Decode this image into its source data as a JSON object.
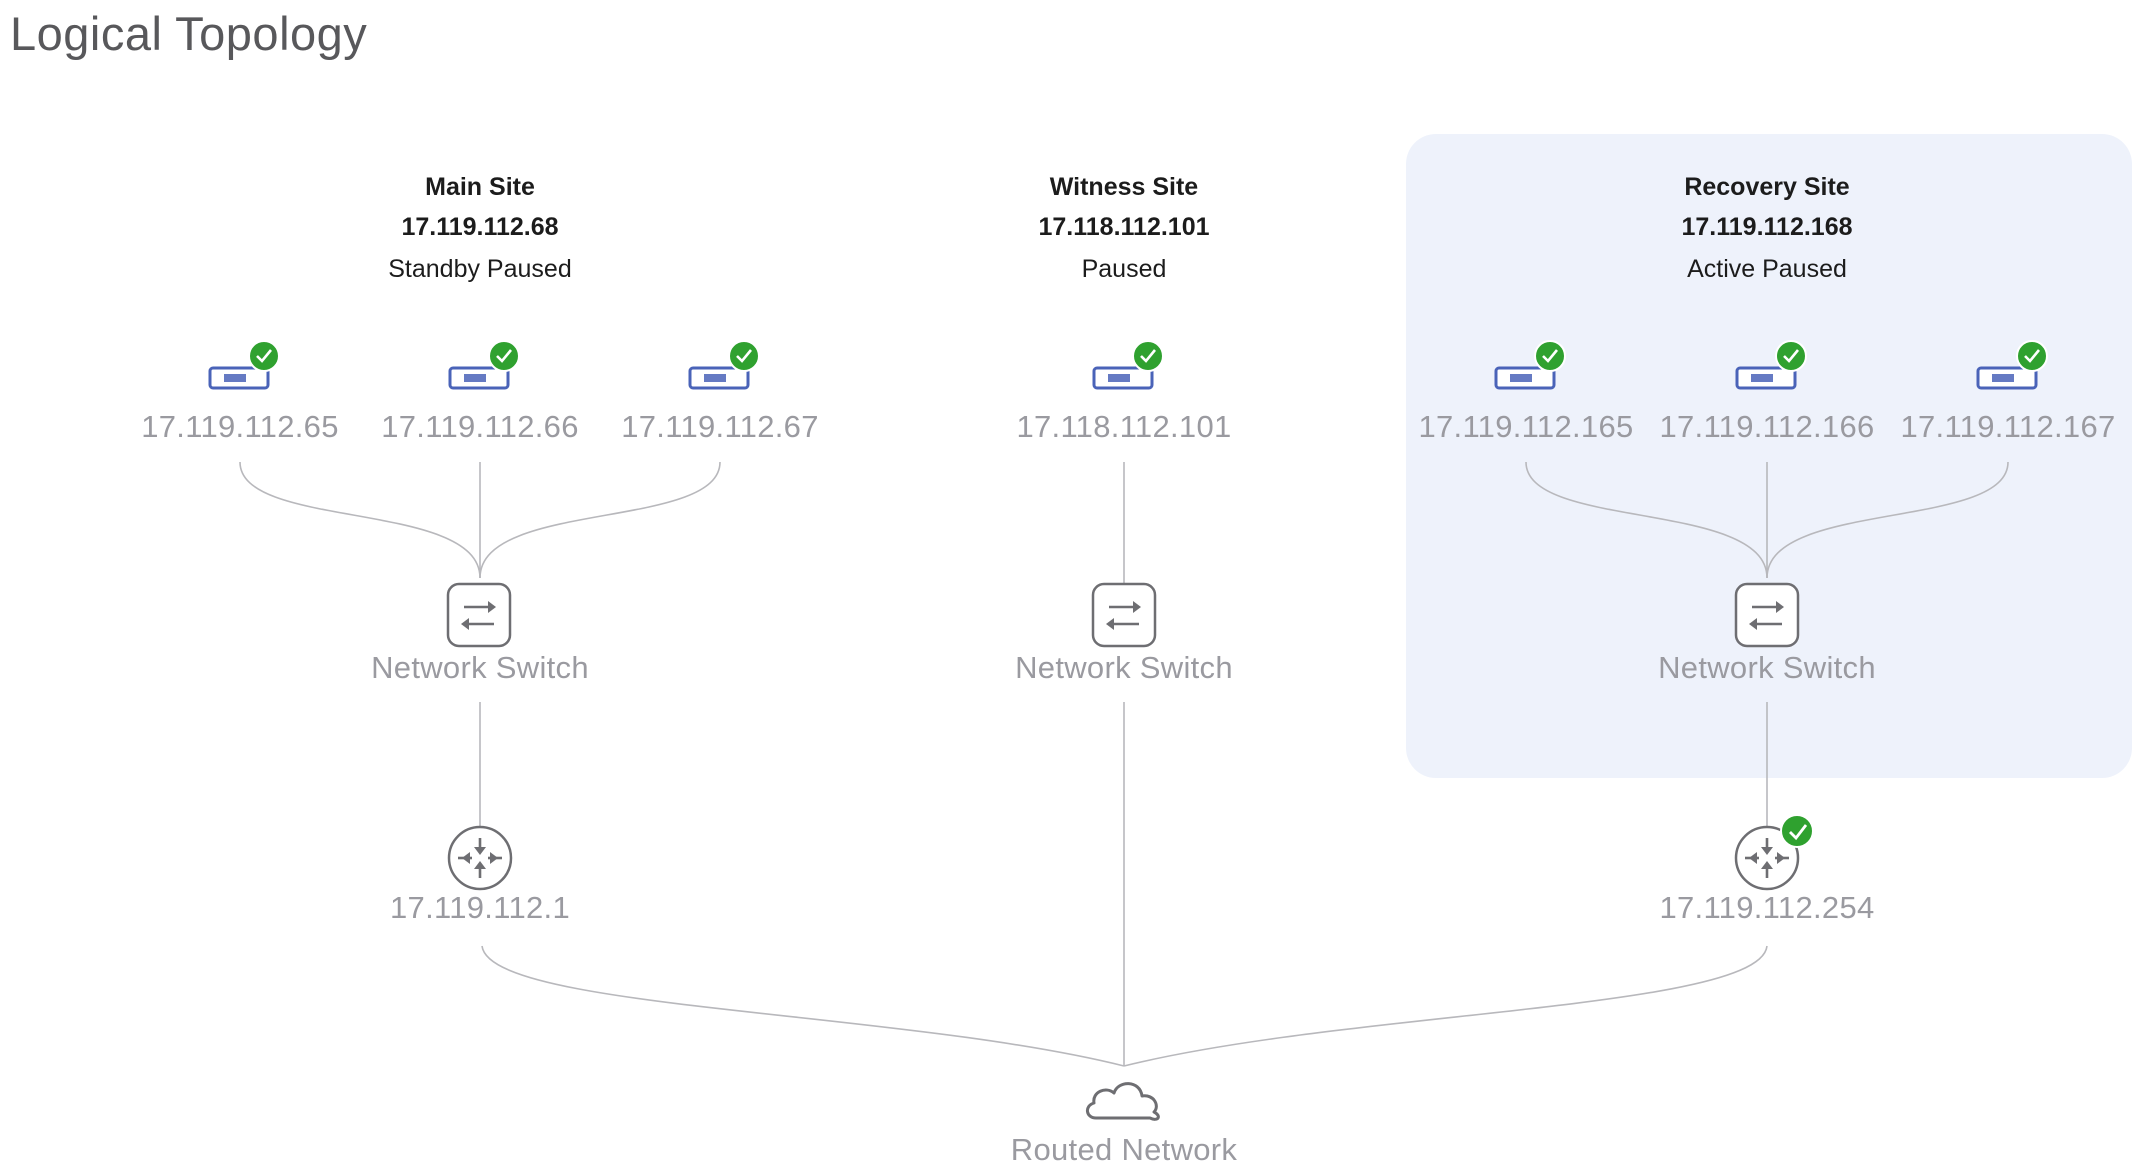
{
  "page": {
    "title": "Logical Topology"
  },
  "sites": [
    {
      "key": "main",
      "name": "Main Site",
      "ip": "17.119.112.68",
      "status": "Standby Paused",
      "highlighted": false,
      "servers": [
        {
          "ip": "17.119.112.65",
          "healthy": true
        },
        {
          "ip": "17.119.112.66",
          "healthy": true
        },
        {
          "ip": "17.119.112.67",
          "healthy": true
        }
      ],
      "switch": {
        "label": "Network Switch"
      },
      "router": {
        "ip": "17.119.112.1",
        "healthy": false
      }
    },
    {
      "key": "witness",
      "name": "Witness Site",
      "ip": "17.118.112.101",
      "status": "Paused",
      "highlighted": false,
      "servers": [
        {
          "ip": "17.118.112.101",
          "healthy": true
        }
      ],
      "switch": {
        "label": "Network Switch"
      }
    },
    {
      "key": "recovery",
      "name": "Recovery Site",
      "ip": "17.119.112.168",
      "status": "Active Paused",
      "highlighted": true,
      "servers": [
        {
          "ip": "17.119.112.165",
          "healthy": true
        },
        {
          "ip": "17.119.112.166",
          "healthy": true
        },
        {
          "ip": "17.119.112.167",
          "healthy": true
        }
      ],
      "switch": {
        "label": "Network Switch"
      },
      "router": {
        "ip": "17.119.112.254",
        "healthy": true
      }
    }
  ],
  "routed_network": {
    "label": "Routed Network",
    "icon": "cloud-icon"
  },
  "icons": {
    "server": "server-appliance-icon",
    "switch": "network-switch-icon",
    "router": "router-icon",
    "status": "check-circle-icon"
  },
  "colors": {
    "highlight_bg": "#eef2fb",
    "healthy": "#2fa12f",
    "device_blue": "#4a63b8",
    "link": "#b8b8bc",
    "muted_text": "#9a9aa0"
  }
}
